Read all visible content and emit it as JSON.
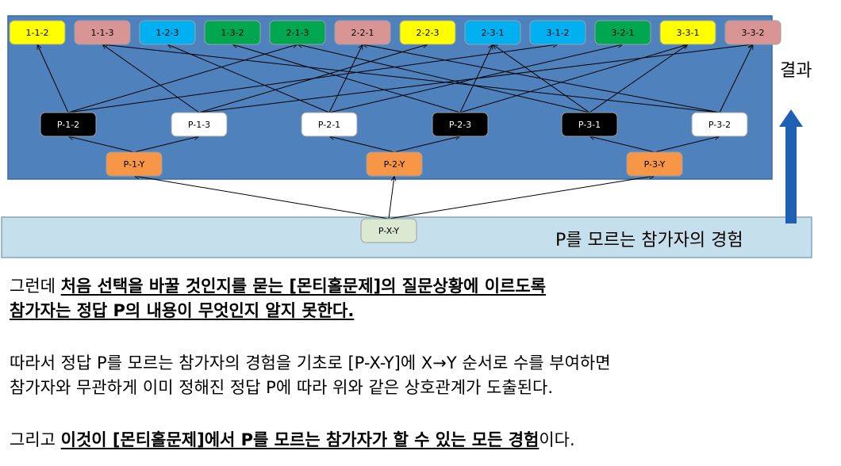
{
  "diagram": {
    "result_label": "결과",
    "base_label": "P를 모르는 참가자의 경험",
    "root": "P-X-Y",
    "colors": {
      "panel_fill": "#4f81bd",
      "panel_stroke": "#3a6aa3",
      "base_fill": "#c5e0ec",
      "base_stroke": "#7fa7c2",
      "arrow": "#1f5fb4",
      "orange": "#f79646",
      "yellow": "#ffff00",
      "pink": "#d99594",
      "blue": "#00b0f0",
      "green": "#00a650",
      "black": "#000000",
      "white": "#ffffff"
    },
    "level1": [
      {
        "label": "P-1-Y",
        "color": "orange"
      },
      {
        "label": "P-2-Y",
        "color": "orange"
      },
      {
        "label": "P-3-Y",
        "color": "orange"
      }
    ],
    "level2": [
      {
        "label": "P-1-2",
        "color": "black"
      },
      {
        "label": "P-1-3",
        "color": "white"
      },
      {
        "label": "P-2-1",
        "color": "white"
      },
      {
        "label": "P-2-3",
        "color": "black"
      },
      {
        "label": "P-3-1",
        "color": "black"
      },
      {
        "label": "P-3-2",
        "color": "white"
      }
    ],
    "results": [
      {
        "label": "1-1-2",
        "color": "yellow"
      },
      {
        "label": "1-1-3",
        "color": "pink"
      },
      {
        "label": "1-2-3",
        "color": "blue"
      },
      {
        "label": "1-3-2",
        "color": "green"
      },
      {
        "label": "2-1-3",
        "color": "green"
      },
      {
        "label": "2-2-1",
        "color": "pink"
      },
      {
        "label": "2-2-3",
        "color": "yellow"
      },
      {
        "label": "2-3-1",
        "color": "blue"
      },
      {
        "label": "3-1-2",
        "color": "blue"
      },
      {
        "label": "3-2-1",
        "color": "green"
      },
      {
        "label": "3-3-1",
        "color": "yellow"
      },
      {
        "label": "3-3-2",
        "color": "pink"
      }
    ],
    "edges": [
      [
        "root",
        0,
        "l1",
        0
      ],
      [
        "root",
        0,
        "l1",
        1
      ],
      [
        "root",
        0,
        "l1",
        2
      ],
      [
        "l1",
        0,
        "l2",
        0
      ],
      [
        "l1",
        0,
        "l2",
        1
      ],
      [
        "l1",
        1,
        "l2",
        2
      ],
      [
        "l1",
        1,
        "l2",
        3
      ],
      [
        "l1",
        2,
        "l2",
        4
      ],
      [
        "l1",
        2,
        "l2",
        5
      ],
      [
        "l2",
        0,
        "r",
        0
      ],
      [
        "l2",
        0,
        "r",
        4
      ],
      [
        "l2",
        0,
        "r",
        8
      ],
      [
        "l2",
        1,
        "r",
        1
      ],
      [
        "l2",
        1,
        "r",
        6
      ],
      [
        "l2",
        1,
        "r",
        11
      ],
      [
        "l2",
        2,
        "r",
        2
      ],
      [
        "l2",
        2,
        "r",
        5
      ],
      [
        "l2",
        2,
        "r",
        9
      ],
      [
        "l2",
        3,
        "r",
        3
      ],
      [
        "l2",
        3,
        "r",
        7
      ],
      [
        "l2",
        3,
        "r",
        10
      ],
      [
        "l2",
        4,
        "r",
        4
      ],
      [
        "l2",
        4,
        "r",
        7
      ],
      [
        "l2",
        4,
        "r",
        10
      ],
      [
        "l2",
        5,
        "r",
        1
      ],
      [
        "l2",
        5,
        "r",
        5
      ],
      [
        "l2",
        5,
        "r",
        11
      ]
    ]
  },
  "text": {
    "p1_normal": "그런데 ",
    "p1_bold_line1": "처음 선택을 바꿀 것인지를 묻는 [몬티홀문제]의 질문상황에 이르도록",
    "p1_bold_line2": "참가자는 정답 P의 내용이 무엇인지 알지 못한다.",
    "p2_line1": "따라서 정답 P를 모르는 참가자의 경험을 기초로 [P-X-Y]에 X→Y 순서로 수를 부여하면",
    "p2_line2": "참가자와 무관하게 이미 정해진 정답 P에 따라 위와 같은 상호관계가 도출된다.",
    "p3_normal": "그리고 ",
    "p3_bold": "이것이 [몬티홀문제]에서 P를 모르는 참가자가 할 수 있는 모든 경험",
    "p3_end": "이다."
  }
}
